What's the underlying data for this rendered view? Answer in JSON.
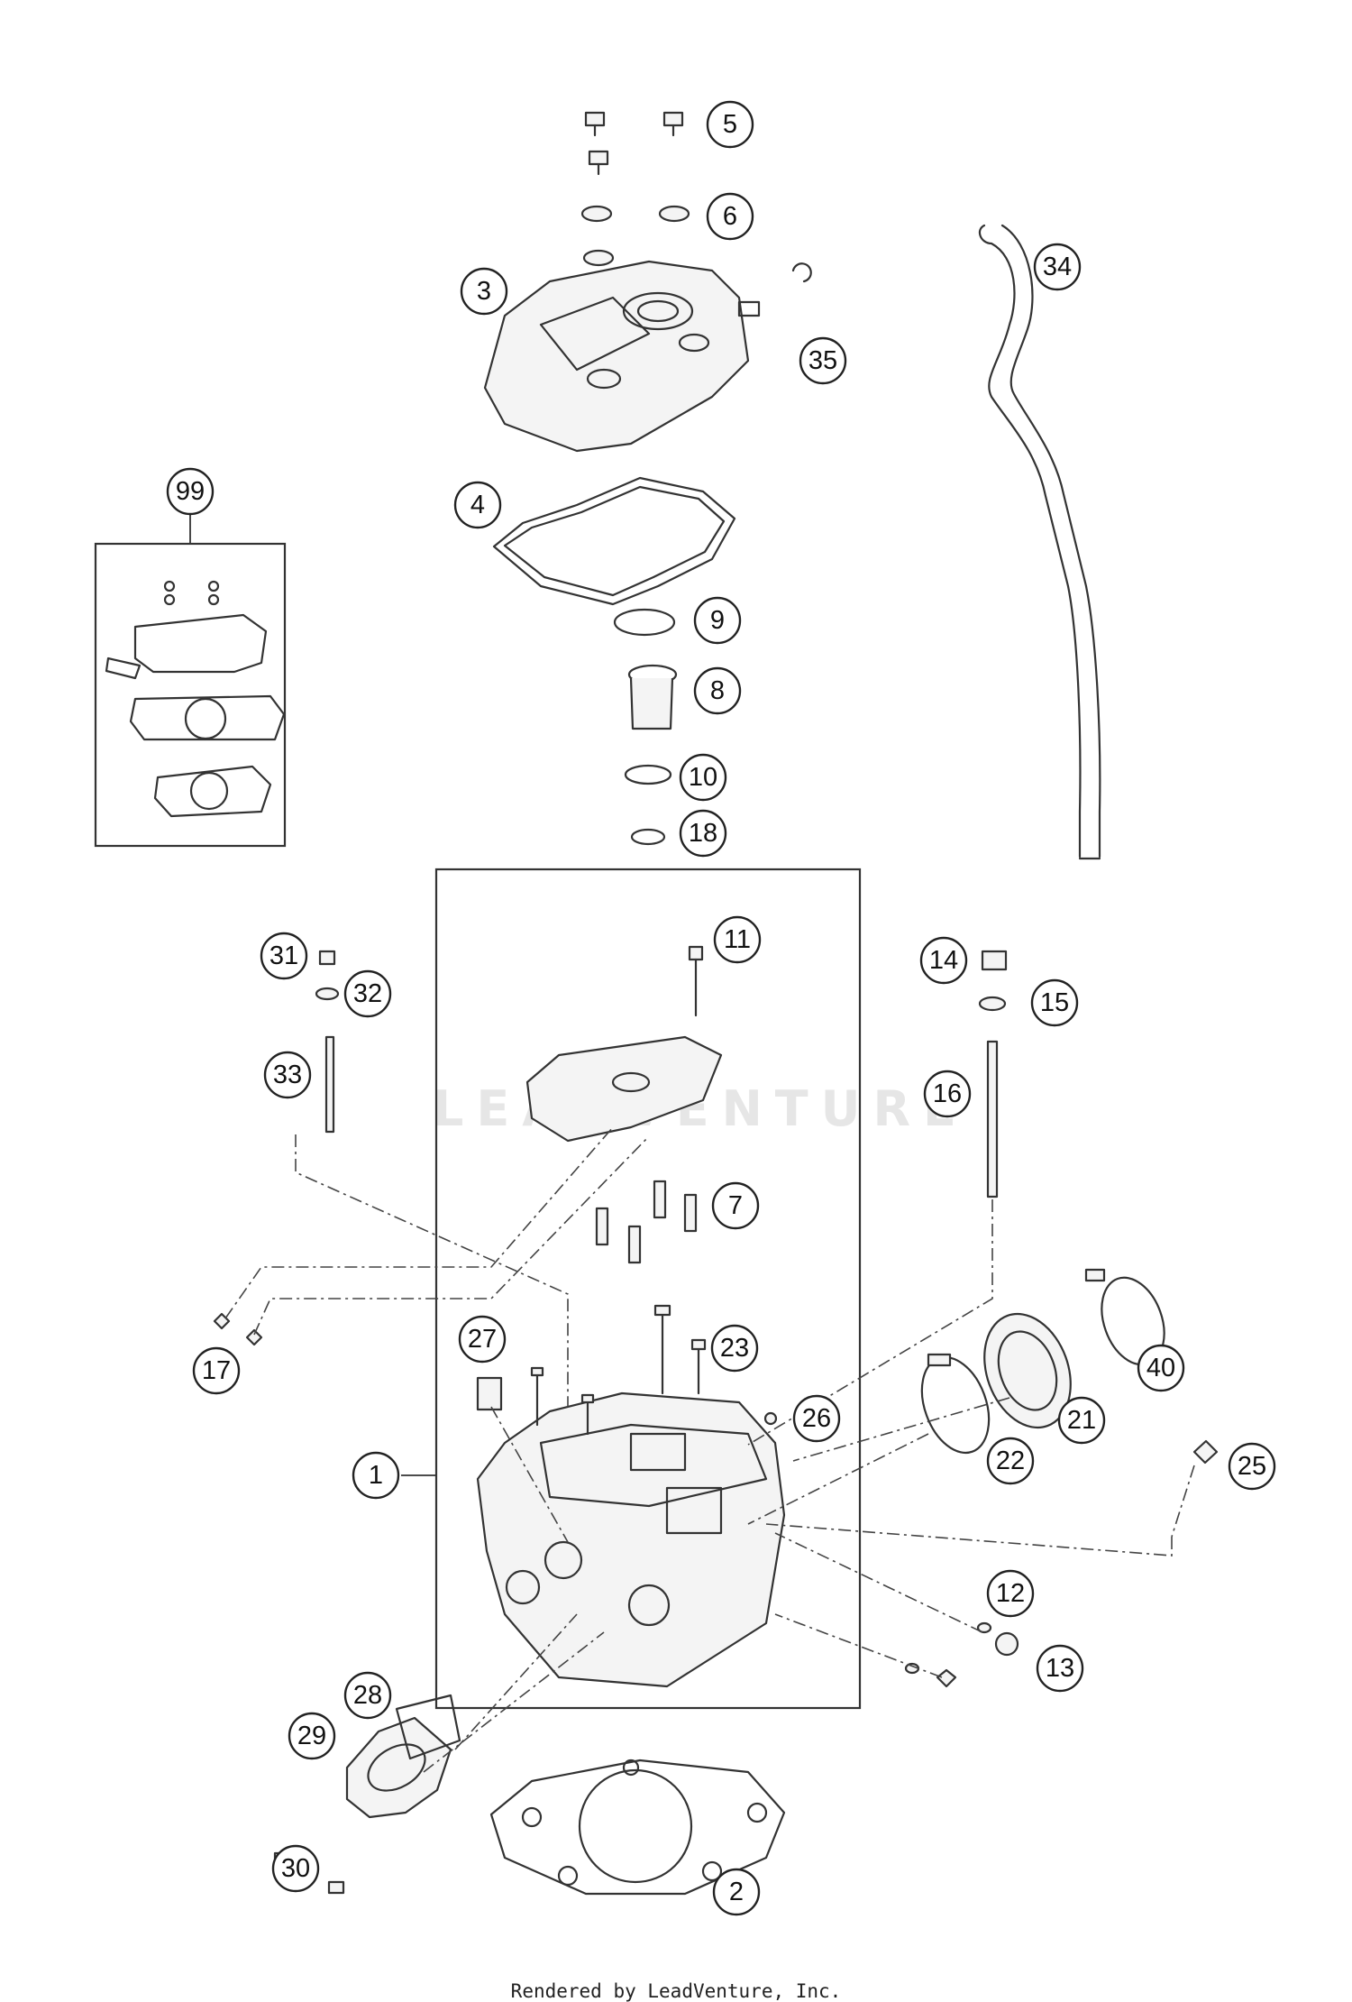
{
  "watermark": {
    "text": "LEADVENTURE"
  },
  "footer": {
    "credit": "Rendered by LeadVenture, Inc."
  },
  "callouts": [
    {
      "label": "1"
    },
    {
      "label": "2"
    },
    {
      "label": "3"
    },
    {
      "label": "4"
    },
    {
      "label": "5"
    },
    {
      "label": "6"
    },
    {
      "label": "7"
    },
    {
      "label": "8"
    },
    {
      "label": "9"
    },
    {
      "label": "10"
    },
    {
      "label": "11"
    },
    {
      "label": "12"
    },
    {
      "label": "13"
    },
    {
      "label": "14"
    },
    {
      "label": "15"
    },
    {
      "label": "16"
    },
    {
      "label": "17"
    },
    {
      "label": "18"
    },
    {
      "label": "21"
    },
    {
      "label": "22"
    },
    {
      "label": "23"
    },
    {
      "label": "25"
    },
    {
      "label": "26"
    },
    {
      "label": "27"
    },
    {
      "label": "28"
    },
    {
      "label": "29"
    },
    {
      "label": "30"
    },
    {
      "label": "31"
    },
    {
      "label": "32"
    },
    {
      "label": "33"
    },
    {
      "label": "34"
    },
    {
      "label": "35"
    },
    {
      "label": "40"
    },
    {
      "label": "99"
    }
  ]
}
